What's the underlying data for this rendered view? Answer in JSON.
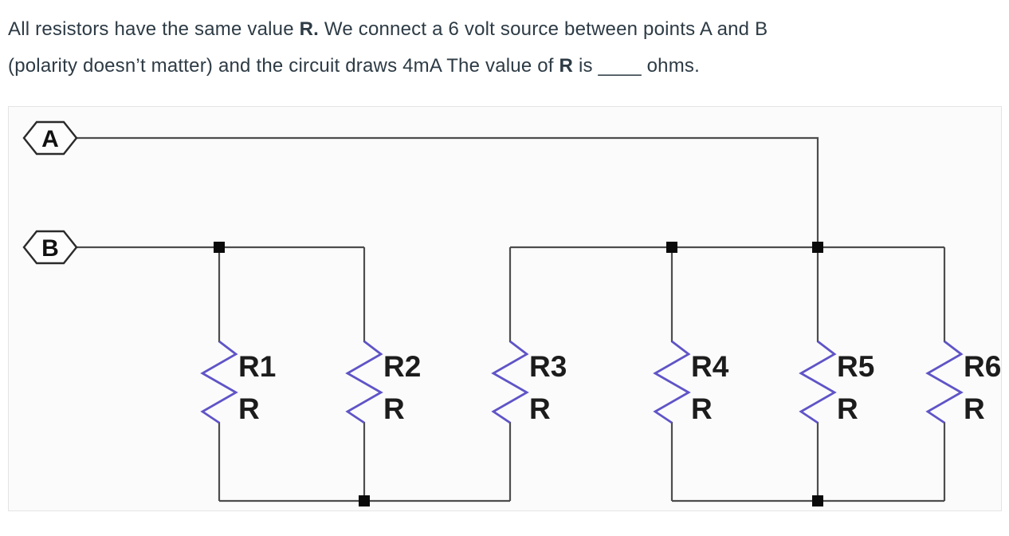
{
  "question": {
    "line1": {
      "t1": "All resistors have the same value ",
      "b1": "R.",
      "t2": " We connect a 6 volt source between points A and B"
    },
    "line2": {
      "t1": "(polarity doesn’t matter) and the circuit draws 4mA The value of ",
      "b1": "R",
      "t2": " is ____ ohms."
    }
  },
  "circuit": {
    "terminals": [
      {
        "label": "A"
      },
      {
        "label": "B"
      }
    ],
    "resistors": [
      {
        "name": "R1",
        "value": "R"
      },
      {
        "name": "R2",
        "value": "R"
      },
      {
        "name": "R3",
        "value": "R"
      },
      {
        "name": "R4",
        "value": "R"
      },
      {
        "name": "R5",
        "value": "R"
      },
      {
        "name": "R6",
        "value": "R"
      }
    ],
    "colors": {
      "wire": "#4d4d4d",
      "resistor": "#5f54c7",
      "node": "#0a0a0a",
      "terminal_outline": "#2b2b2b",
      "label_text": "#1c1c1c"
    }
  }
}
